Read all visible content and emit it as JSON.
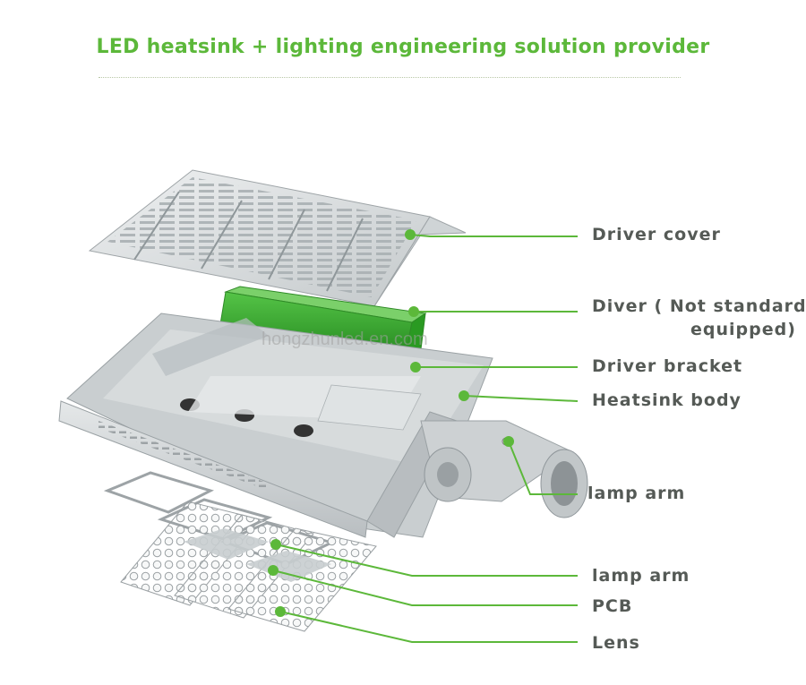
{
  "title": "LED heatsink + lighting engineering solution provider",
  "watermark": "hongzhunled.en.com",
  "colors": {
    "accent": "#5cb83a",
    "line": "#5cb83a",
    "label": "#555a56",
    "driver": "#3aa534",
    "metal": "#d8dcdd"
  },
  "labels": {
    "driver_cover": "Driver cover",
    "driver_line1": "Diver ( Not standard",
    "driver_line2": "equipped)",
    "driver_bracket": "Driver bracket",
    "heatsink_body": "Heatsink body",
    "lamp_arm_1": "lamp arm",
    "lamp_arm_2": "lamp arm",
    "pcb": "PCB",
    "lens": "Lens"
  }
}
